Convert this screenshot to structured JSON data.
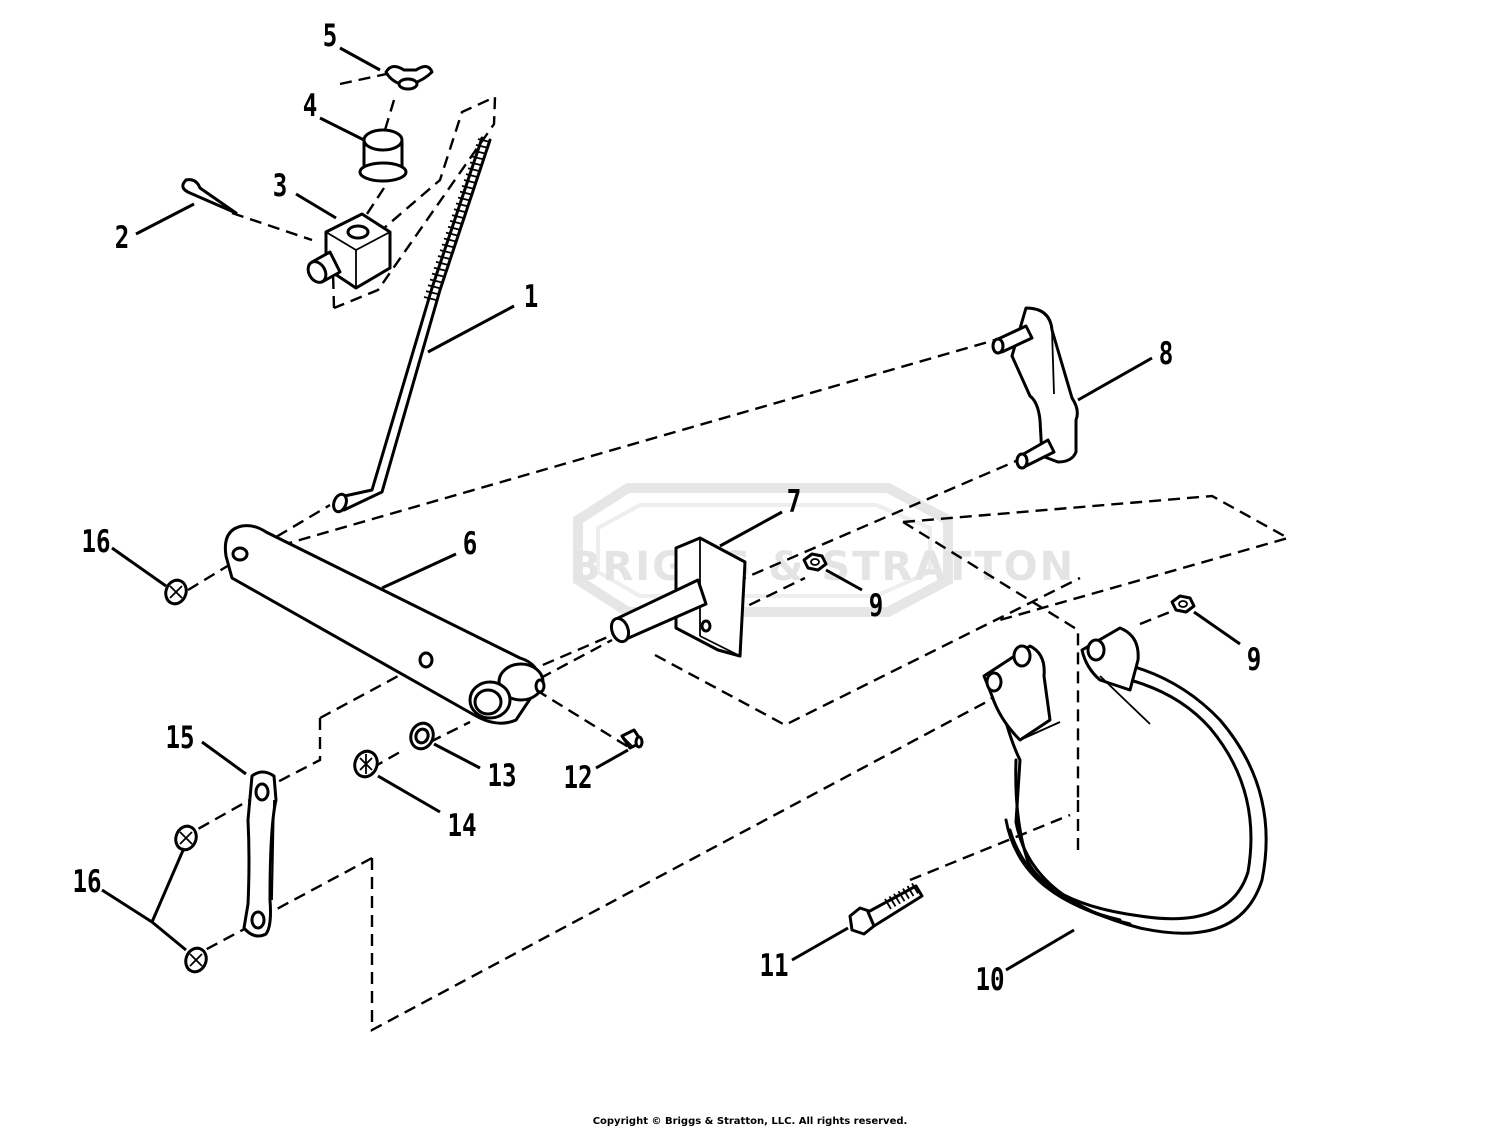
{
  "callouts": {
    "c1": "1",
    "c2": "2",
    "c3": "3",
    "c4": "4",
    "c5": "5",
    "c6": "6",
    "c7": "7",
    "c8": "8",
    "c9a": "9",
    "c9b": "9",
    "c10": "10",
    "c11": "11",
    "c12": "12",
    "c13": "13",
    "c14": "14",
    "c15": "15",
    "c16a": "16",
    "c16b": "16"
  },
  "watermark": "BRIGGS & STRATTON",
  "copyright": "Copyright © Briggs & Stratton, LLC. All rights reserved."
}
